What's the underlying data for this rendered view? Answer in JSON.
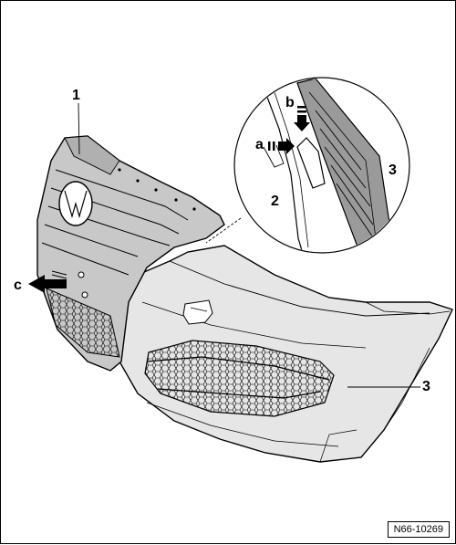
{
  "callouts": {
    "c1": "1",
    "c2": "2",
    "c3_detail": "3",
    "c3_bumper": "3",
    "ca": "a",
    "cb": "b",
    "cc": "c"
  },
  "figure_id": "N66-10269",
  "colors": {
    "stroke": "#000000",
    "grille_shade": "#c8c8c8",
    "bumper_shade": "#e6e6e6",
    "detail_shade": "#9a9a9a",
    "arrow_fill": "#000000"
  }
}
